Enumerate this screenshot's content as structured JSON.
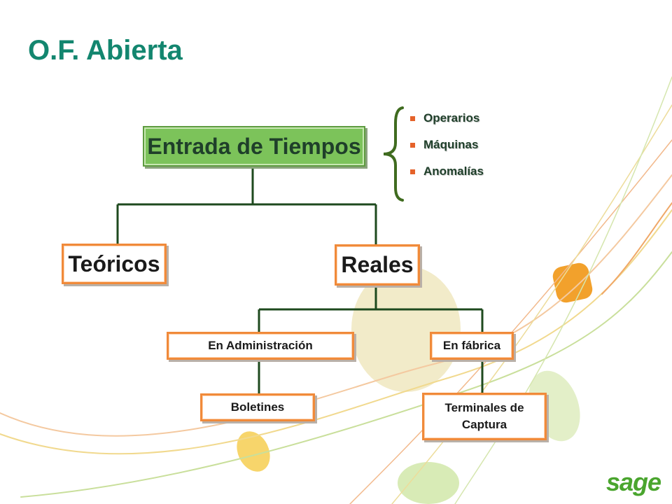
{
  "slide": {
    "title": "O.F. Abierta",
    "logo_text": "sage"
  },
  "diagram": {
    "root": {
      "label": "Entrada de Tiempos"
    },
    "root_details": [
      "Operarios",
      "Máquinas",
      "Anomalías"
    ],
    "level1": [
      {
        "label": "Teóricos"
      },
      {
        "label": "Reales"
      }
    ],
    "level2": [
      {
        "label": "En Administración"
      },
      {
        "label": "En fábrica"
      }
    ],
    "level3": [
      {
        "label": "Boletines"
      },
      {
        "label": "Terminales de Captura"
      }
    ]
  },
  "colors": {
    "title": "#13866f",
    "root_fill": "#7cc35a",
    "box_border": "#f08a3a",
    "connector": "#1e4a1e",
    "bullet": "#e5622a",
    "decor_orange": "#f2a12c",
    "decor_yellow": "#f7d56b",
    "decor_cream": "#f2ebc9",
    "decor_green": "#d6e7b0",
    "logo": "#4aa52e"
  }
}
